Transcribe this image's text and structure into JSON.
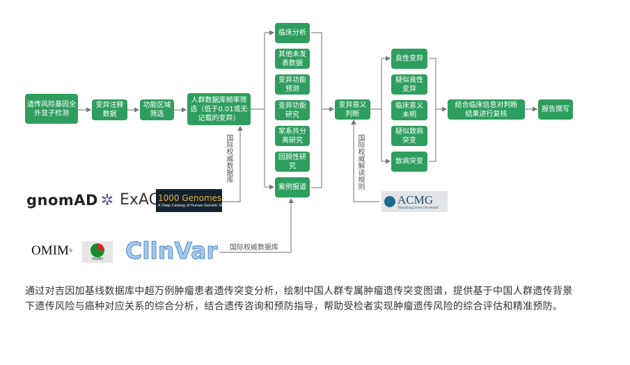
{
  "flow": {
    "step1": "遗传风险基因全外显子检测",
    "step2": "变异注释数据",
    "step3": "功能区域筛选",
    "step4": "人群数据库频率筛选（低于0.01或无记载的变异）",
    "evidence": [
      "临床分析",
      "其他未发表数据",
      "变异功能预测",
      "变异功能研究",
      "家系共分离研究",
      "回顾性研究",
      "案例报道"
    ],
    "judge": "变异意义判断",
    "classes": [
      "良性变异",
      "疑似良性变异",
      "临床意义未明",
      "疑似致病突变",
      "致病突变"
    ],
    "review": "结合临床信息对判断结果进行复核",
    "report": "报告撰写"
  },
  "labels": {
    "db_vertical": "国际权威数据库",
    "rules_vertical": "国际权威解读规则",
    "db_horizontal": "国际权威数据库"
  },
  "logos": {
    "gnomad": "gnomAD",
    "exac": "ExAC",
    "genomes_title": "1000 Genomes",
    "genomes_sub": "A Deep Catalog of Human Genetic Variation",
    "omim": "OMIM",
    "hgmd": "HGMD",
    "clinvar": "ClinVar",
    "acmg": "ACMG",
    "acmg_sub": "Translating Genes Into Health"
  },
  "paragraph": "通过对吉因加基线数据库中超万例肿瘤患者遗传突变分析，绘制中国人群专属肿瘤遗传突变图谱，提供基于中国人群遗传背景下遗传风险与癌种对应关系的综合分析，结合遗传咨询和预防指导，帮助受检者实现肿瘤遗传风险的综合评估和精准预防。",
  "colors": {
    "box": "#2e9e5e",
    "line": "#888888"
  }
}
